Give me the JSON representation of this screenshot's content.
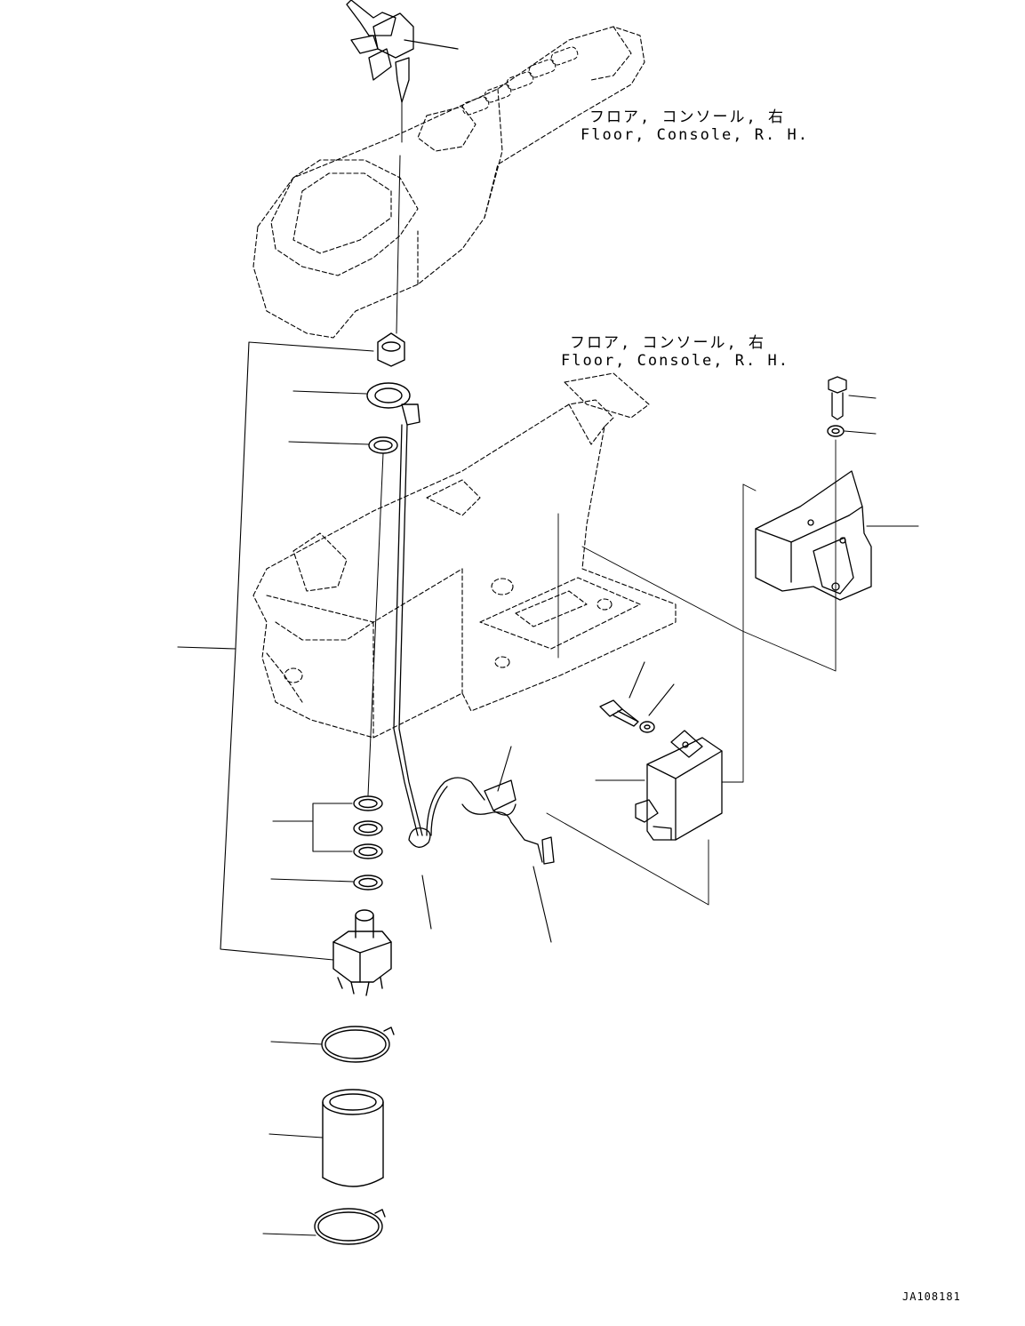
{
  "callouts": [
    {
      "jp": "フロア, コンソール, 右",
      "en": "Floor, Console, R. H."
    },
    {
      "jp": "フロア, コンソール, 右",
      "en": "Floor, Console, R. H."
    }
  ],
  "drawing_code": "JA108181",
  "colors": {
    "line": "#000000",
    "background": "#ffffff"
  }
}
